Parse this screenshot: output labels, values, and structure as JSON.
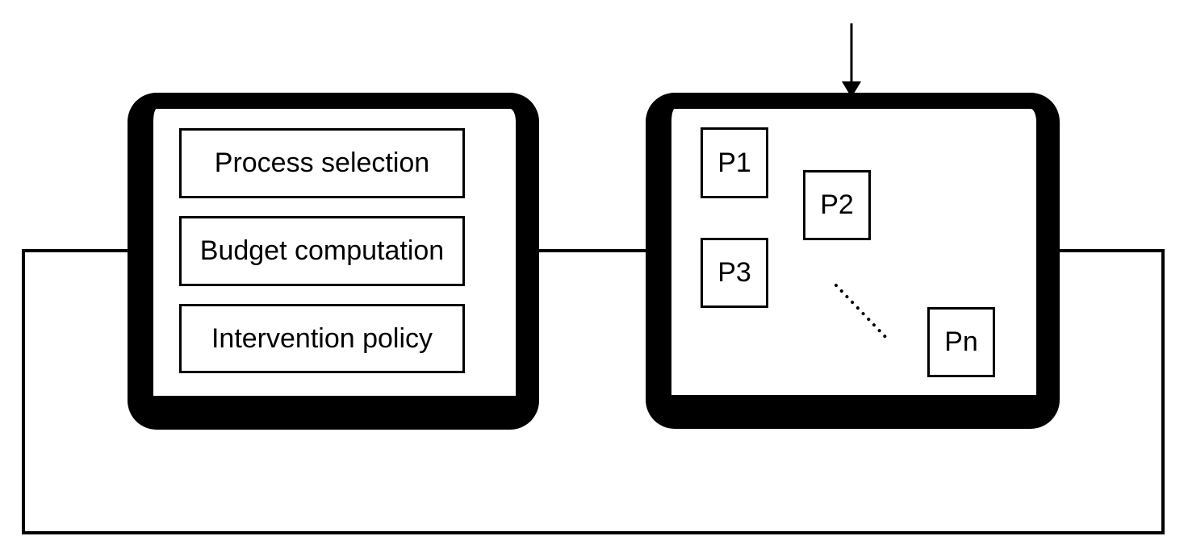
{
  "diagram": {
    "controller_box": {
      "modules": [
        {
          "label": "Process selection"
        },
        {
          "label": "Budget computation"
        },
        {
          "label": "Intervention policy"
        }
      ]
    },
    "process_pool_box": {
      "processes": [
        {
          "label": "P1"
        },
        {
          "label": "P2"
        },
        {
          "label": "P3"
        },
        {
          "label": "Pn"
        }
      ]
    },
    "connectors": {
      "input_arrow": "arrow-down-into-process-pool",
      "controller_to_pool": "horizontal-connector",
      "feedback_loop": "bottom-feedback-loop"
    },
    "colors": {
      "stroke": "#000000",
      "background": "#ffffff"
    }
  }
}
